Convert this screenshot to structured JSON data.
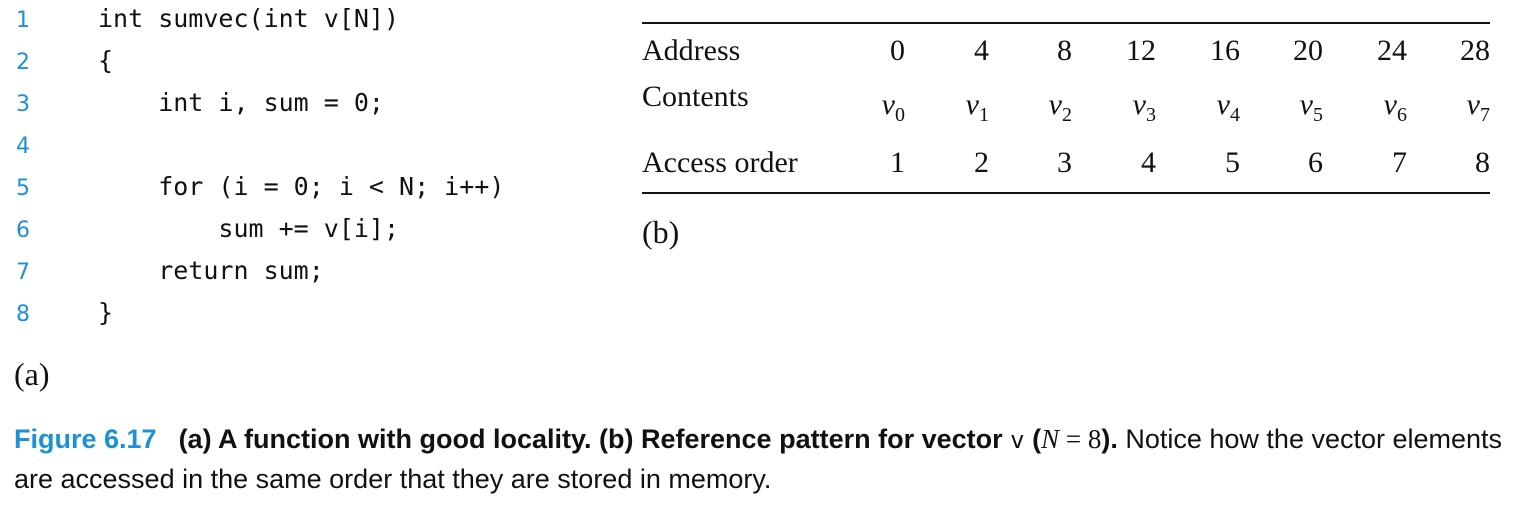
{
  "code": {
    "lines": [
      {
        "num": "1",
        "text": "int sumvec(int v[N])"
      },
      {
        "num": "2",
        "text": "{"
      },
      {
        "num": "3",
        "text": "    int i, sum = 0;"
      },
      {
        "num": "4",
        "text": ""
      },
      {
        "num": "5",
        "text": "    for (i = 0; i < N; i++)"
      },
      {
        "num": "6",
        "text": "        sum += v[i];"
      },
      {
        "num": "7",
        "text": "    return sum;"
      },
      {
        "num": "8",
        "text": "}"
      }
    ],
    "sublabel": "(a)"
  },
  "table": {
    "rows": [
      {
        "label": "Address",
        "cells": [
          "0",
          "4",
          "8",
          "12",
          "16",
          "20",
          "24",
          "28"
        ]
      },
      {
        "label": "Contents",
        "cells": [
          {
            "base": "v",
            "sub": "0"
          },
          {
            "base": "v",
            "sub": "1"
          },
          {
            "base": "v",
            "sub": "2"
          },
          {
            "base": "v",
            "sub": "3"
          },
          {
            "base": "v",
            "sub": "4"
          },
          {
            "base": "v",
            "sub": "5"
          },
          {
            "base": "v",
            "sub": "6"
          },
          {
            "base": "v",
            "sub": "7"
          }
        ]
      },
      {
        "label": "Access order",
        "cells": [
          "1",
          "2",
          "3",
          "4",
          "5",
          "6",
          "7",
          "8"
        ]
      }
    ],
    "sublabel": "(b)"
  },
  "caption": {
    "figure_label": "Figure 6.17",
    "bold_part1": "(a) A function with good locality. (b) Reference pattern for vector",
    "code_var": "v",
    "paren_open": "(",
    "math_var": "N",
    "math_rest": " = 8",
    "paren_close": ").",
    "rest": " Notice how the vector elements are accessed in the same order that they are stored in memory."
  }
}
